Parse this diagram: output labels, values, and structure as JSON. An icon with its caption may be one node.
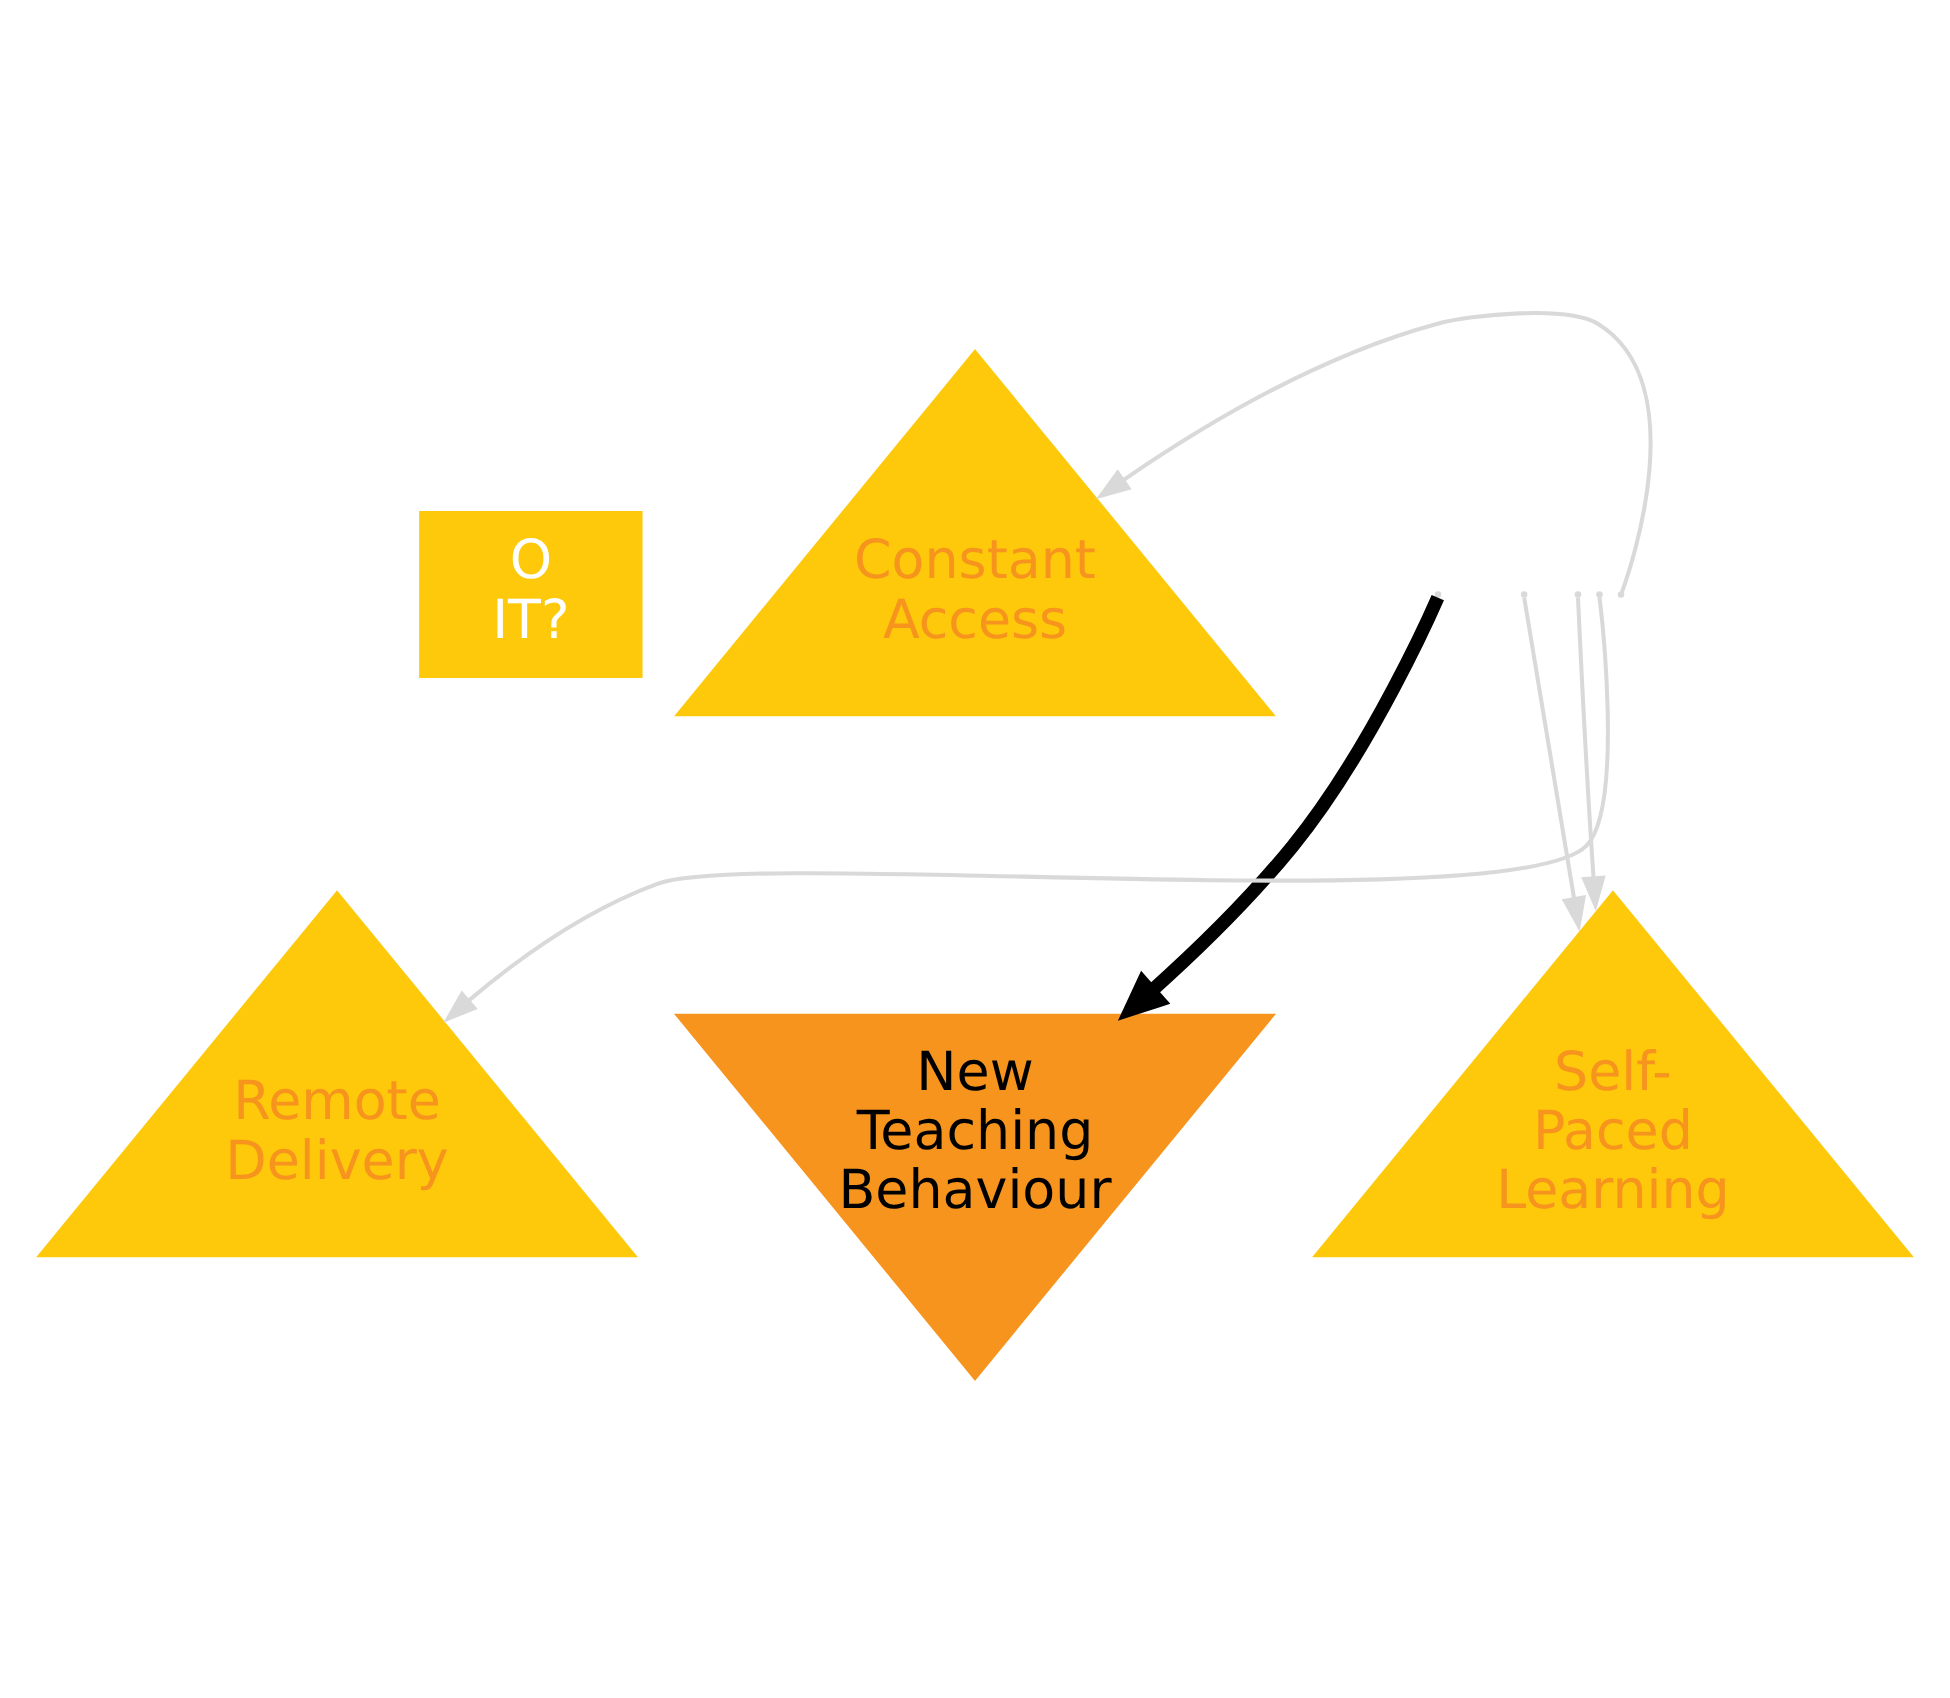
{
  "diagram": {
    "nodes": [
      {
        "text": [
          "O IT?"
        ]
      },
      {
        "text": [
          "Constant Access"
        ]
      },
      {
        "text": [
          "New Teaching Behaviour"
        ]
      },
      {
        "text": [
          "Remote Delivery"
        ]
      },
      {
        "text": [
          "Self- Paced Learning"
        ]
      }
    ],
    "edges": [
      {
        "from": null,
        "to": 2,
        "arrow": "to",
        "style": "thick",
        "color": "#000000"
      },
      {
        "from": null,
        "to": 1,
        "arrow": "to"
      },
      {
        "from": null,
        "to": 4,
        "arrow": "to"
      },
      {
        "from": null,
        "to": 3,
        "arrow": "to"
      },
      {
        "from": null,
        "to": 4,
        "arrow": "to"
      }
    ]
  }
}
